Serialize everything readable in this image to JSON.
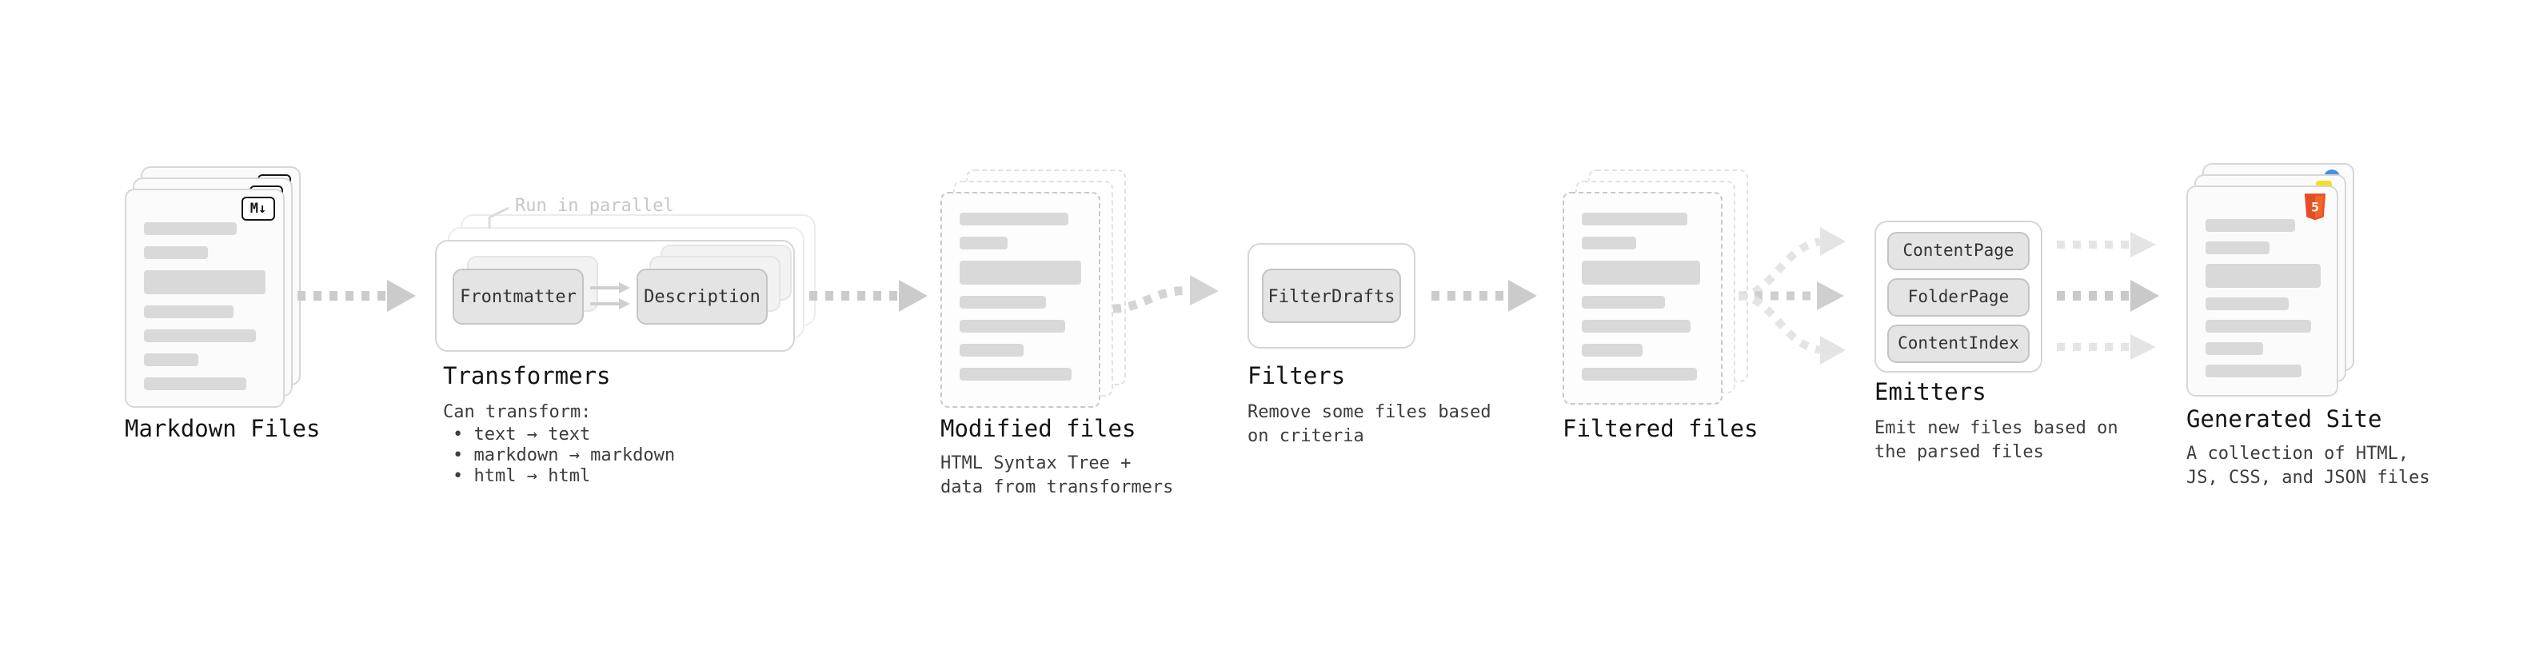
{
  "markdown_files": {
    "label": "Markdown Files",
    "badge": "M↓"
  },
  "transformers": {
    "parallel_note": "Run in parallel",
    "step1": "Frontmatter",
    "step2": "Description",
    "label": "Transformers",
    "caption": "Can transform:",
    "bullets": [
      "• text → text",
      "• markdown → markdown",
      "• html → html"
    ]
  },
  "modified_files": {
    "label": "Modified files",
    "description": "HTML Syntax Tree + data from transformers"
  },
  "filters": {
    "chip": "FilterDrafts",
    "label": "Filters",
    "description": "Remove some files based on criteria"
  },
  "filtered_files": {
    "label": "Filtered files"
  },
  "emitters": {
    "chips": [
      "ContentPage",
      "FolderPage",
      "ContentIndex"
    ],
    "label": "Emitters",
    "description": "Emit new files based on the parsed files"
  },
  "generated_site": {
    "label": "Generated Site",
    "badge": "5",
    "description": "A collection of HTML, JS, CSS, and JSON files"
  },
  "colors": {
    "html5_orange": "#e44d26",
    "html5_orange_light": "#f16529",
    "js_yellow": "#f7df1e",
    "css_blue": "#4a90e2",
    "arrow_gray": "#cbcbcb",
    "arrow_light": "#e4e4e4"
  }
}
